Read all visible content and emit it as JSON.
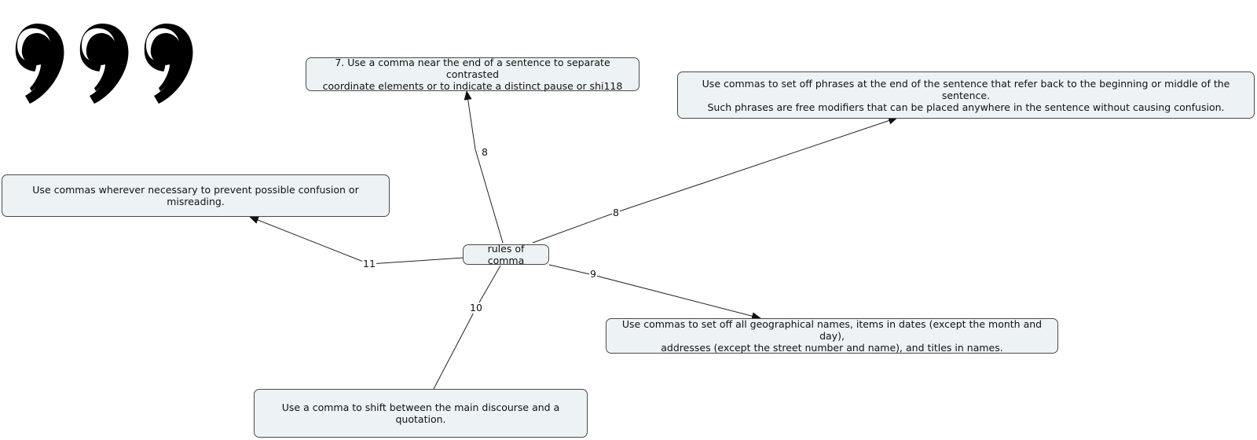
{
  "center": {
    "label": "rules of comma"
  },
  "nodes": [
    {
      "id": "n7",
      "text": "7. Use a comma near the end of a sentence to separate contrasted\ncoordinate elements or to indicate a distinct pause or shi118"
    },
    {
      "id": "nfree",
      "text": "Use commas to set off phrases at the end of the sentence that refer back to the beginning or middle of the sentence.\nSuch phrases are free modifiers that can be placed anywhere in the sentence without causing confusion."
    },
    {
      "id": "nconf",
      "text": "Use commas wherever necessary to prevent possible confusion or misreading."
    },
    {
      "id": "ngeo",
      "text": "Use commas to set off all geographical names, items in dates (except the month and day),\naddresses (except the street number and name), and titles in names."
    },
    {
      "id": "nquote",
      "text": "Use a comma to shift between the main discourse and a quotation."
    }
  ],
  "edges": [
    {
      "from": "center",
      "to": "n7",
      "label": "8"
    },
    {
      "from": "center",
      "to": "nfree",
      "label": "8"
    },
    {
      "from": "center",
      "to": "nconf",
      "label": "11"
    },
    {
      "from": "center",
      "to": "ngeo",
      "label": "9"
    },
    {
      "from": "center",
      "to": "nquote",
      "label": "10"
    }
  ],
  "decor": {
    "icon": "comma-quote-icon"
  },
  "colors": {
    "node_fill": "#edf3f5",
    "node_border": "#4a4a4a",
    "edge": "#222222"
  }
}
